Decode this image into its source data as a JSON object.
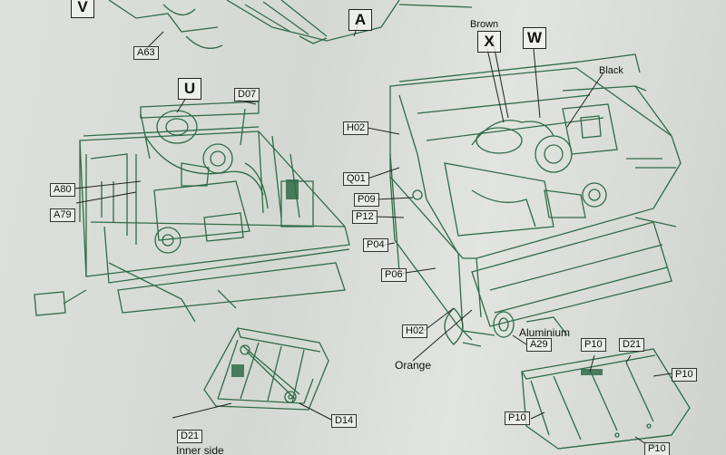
{
  "step_letters": {
    "v": "V",
    "a": "A",
    "u": "U",
    "x": "X",
    "w": "W"
  },
  "part_labels": {
    "a63": "A63",
    "d07": "D07",
    "a80": "A80",
    "a79": "A79",
    "h02_top": "H02",
    "q01": "Q01",
    "p09": "P09",
    "p12": "P12",
    "p04": "P04",
    "p06": "P06",
    "h02_bottom": "H02",
    "a29": "A29",
    "p10_top": "P10",
    "d21_right": "D21",
    "p10_right": "P10",
    "p10_left": "P10",
    "p10_bottom": "P10",
    "d14": "D14",
    "d21_left": "D21"
  },
  "color_notes": {
    "brown": "Brown",
    "black": "Black",
    "orange": "Orange",
    "aluminium": "Aluminium"
  },
  "captions": {
    "inner_side": "Inner side"
  },
  "colors": {
    "line_art": "#2c6f45",
    "paper": "#dde1dc"
  }
}
